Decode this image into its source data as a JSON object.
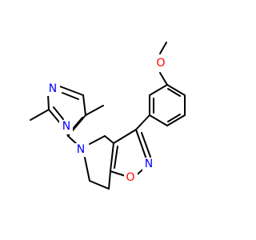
{
  "molecule": {
    "atoms": {
      "methoxy_o": "O",
      "pyrimidine_n1": "N",
      "pyrimidine_n3": "N",
      "piperidine_n": "N",
      "isoxazole_n": "N",
      "isoxazole_o": "O"
    }
  },
  "colors": {
    "bond": "#000000",
    "nitrogen": "#0000ff",
    "oxygen": "#ff0000",
    "background": "#ffffff"
  }
}
